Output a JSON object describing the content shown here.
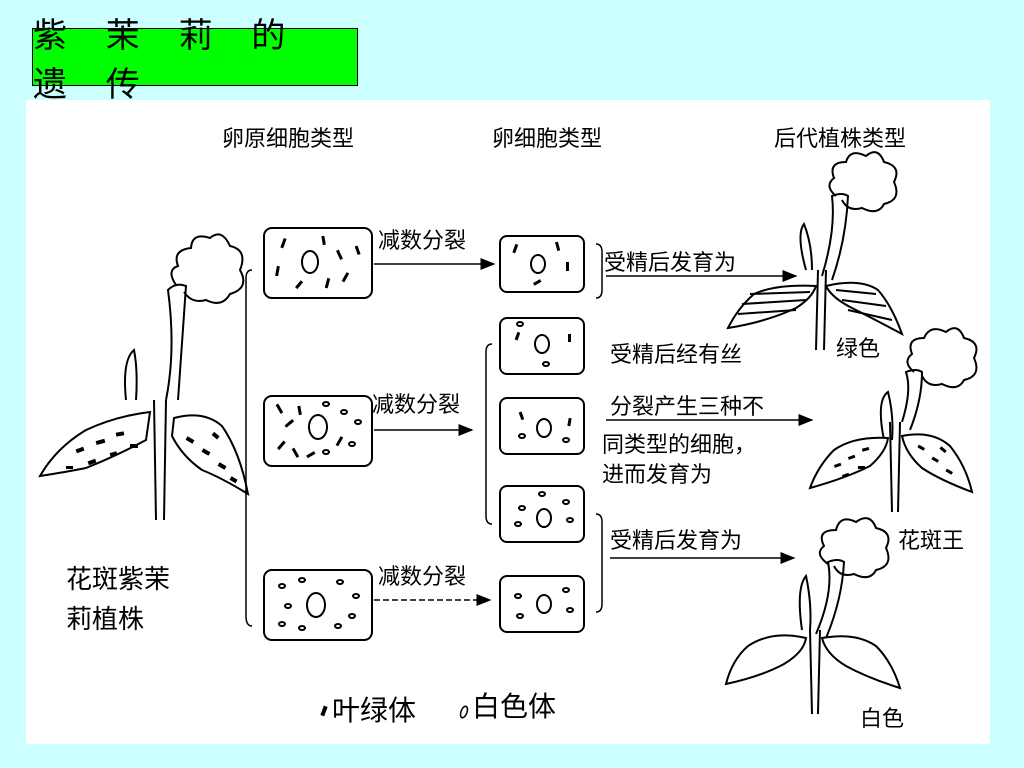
{
  "title": "紫 茉 莉 的 遗 传",
  "headers": {
    "oocyte_mother_cell": "卵原细胞类型",
    "egg_cell": "卵细胞类型",
    "offspring": "后代植株类型"
  },
  "process": {
    "meiosis_1": "减数分裂",
    "meiosis_2": "减数分裂",
    "meiosis_3": "减数分裂",
    "develop_1": "受精后发育为",
    "mitosis_line1": "受精后经有丝",
    "mitosis_line2": "分裂产生三种不",
    "mitosis_line3": "同类型的细胞，",
    "mitosis_line4": "进而发育为",
    "develop_3": "受精后发育为"
  },
  "plants": {
    "parent_line1": "花斑紫茉",
    "parent_line2": "莉植株",
    "green": "绿色",
    "variegated": "花斑王",
    "white": "白色"
  },
  "legend": {
    "chloroplast": "叶绿体",
    "leucoplast": "白色体"
  },
  "colors": {
    "background": "#ccffff",
    "title_bg": "#00ff00",
    "panel": "#ffffff"
  }
}
